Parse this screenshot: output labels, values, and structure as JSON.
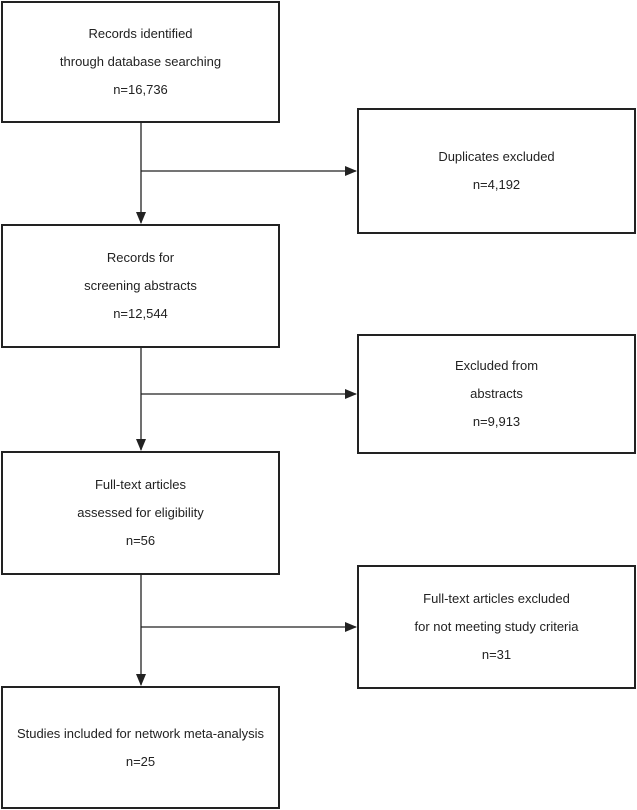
{
  "main_boxes": [
    {
      "lines": [
        "Records identified",
        "through database searching",
        "n=16,736"
      ]
    },
    {
      "lines": [
        "Records for",
        "screening abstracts",
        "n=12,544"
      ]
    },
    {
      "lines": [
        "Full-text articles",
        "assessed for eligibility",
        "n=56"
      ]
    },
    {
      "lines": [
        "Studies included for network meta-analysis",
        "n=25"
      ]
    }
  ],
  "exclusion_boxes": [
    {
      "lines": [
        "Duplicates excluded",
        "n=4,192"
      ]
    },
    {
      "lines": [
        "Excluded from",
        "abstracts",
        "n=9,913"
      ]
    },
    {
      "lines": [
        "Full-text articles excluded",
        "for not meeting study criteria",
        "n=31"
      ]
    }
  ],
  "colors": {
    "line": "#222222",
    "background": "#ffffff"
  }
}
